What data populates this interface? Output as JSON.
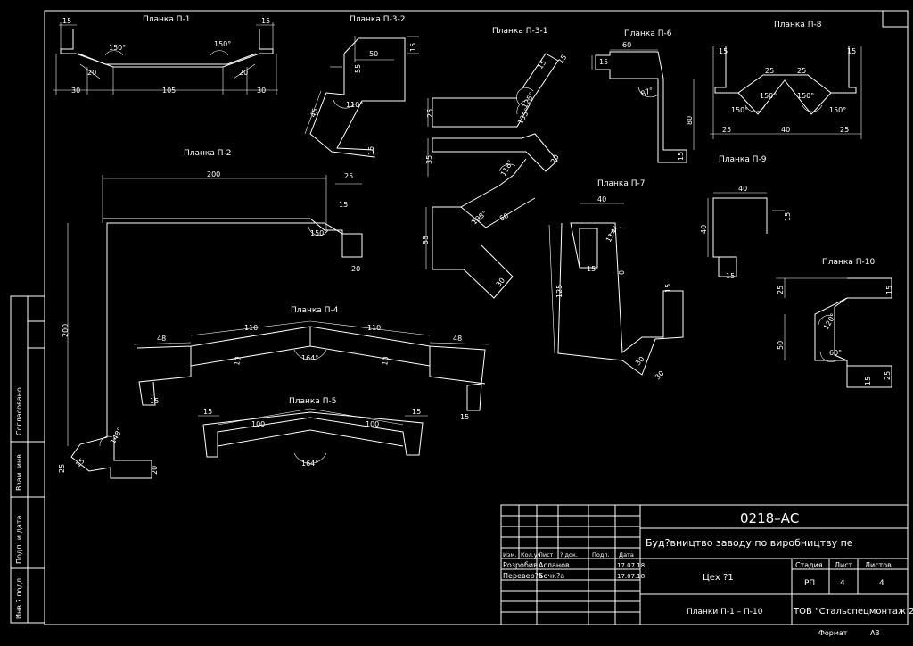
{
  "titles": {
    "p1": "Планка П-1",
    "p2": "Планка П-2",
    "p32": "Планка П-3-2",
    "p31": "Планка П-3-1",
    "p6": "Планка П-6",
    "p8": "Планка П-8",
    "p9": "Планка П-9",
    "p7": "Планка П-7",
    "p10": "Планка П-10",
    "p4": "Планка П-4",
    "p5": "Планка П-5"
  },
  "dims": {
    "p1": [
      "15",
      "15",
      "150°",
      "150°",
      "20",
      "20",
      "30",
      "105",
      "30"
    ],
    "p2": [
      "200",
      "25",
      "15",
      "150°",
      "20",
      "200",
      "148°",
      "25",
      "15",
      "20"
    ],
    "p32": [
      "50",
      "15",
      "55",
      "45",
      "110°",
      "15"
    ],
    "p31": [
      "15",
      "15",
      "135°",
      "125°",
      "25",
      "35",
      "20",
      "118°",
      "55",
      "108°",
      "60",
      "30"
    ],
    "p6": [
      "60",
      "15",
      "87°",
      "80",
      "15"
    ],
    "p8": [
      "15",
      "15",
      "25",
      "25",
      "150°",
      "150°",
      "150°",
      "150°",
      "25",
      "40",
      "25"
    ],
    "p9": [
      "40",
      "40",
      "15",
      "15"
    ],
    "p7": [
      "40",
      "114°",
      "15",
      "125",
      "0",
      "15",
      "30",
      "30"
    ],
    "p10": [
      "25",
      "15",
      "50",
      "120°",
      "60°",
      "15",
      "25"
    ],
    "p4": [
      "48",
      "110",
      "110",
      "48",
      "164°",
      "10",
      "10",
      "15",
      "15"
    ],
    "p5": [
      "15",
      "100",
      "100",
      "15",
      "164°"
    ]
  },
  "side_stamp": {
    "agreed": "Согласовано",
    "inv_replace": "Взам. инв.",
    "sign_date": "Подп. и дата",
    "inv_orig": "Инв.? подл."
  },
  "title_block": {
    "code": "0218–АС",
    "project": "Буд?вництво заводу по виробництву пе",
    "cols": [
      "Изм.",
      "Кол.уч",
      "Лист",
      "? док.",
      "Подп.",
      "Дата"
    ],
    "rows": [
      [
        "Розробив",
        "Асланов",
        "17.07.18"
      ],
      [
        "Перевер?в",
        "Бочк?а",
        "17.07.18"
      ]
    ],
    "workshop": "Цех ?1",
    "stage_hdr": "Стадия",
    "sheet_hdr": "Лист",
    "sheets_hdr": "Листов",
    "stage": "РП",
    "sheet": "4",
    "sheets": "4",
    "drawing_name": "Планки П-1 – П-10",
    "org": "ТОВ \"Стальспецмонтаж 2",
    "format_label": "Формат",
    "format": "А3"
  }
}
